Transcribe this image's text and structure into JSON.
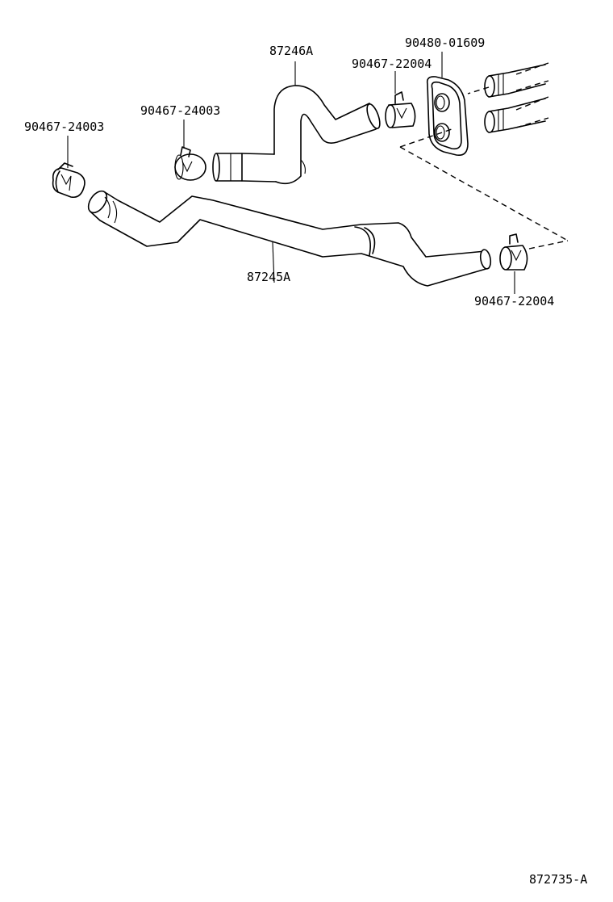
{
  "labels": {
    "hose_upper": "87246A",
    "hose_lower": "87245A",
    "clamp_left": "90467-24003",
    "clamp_mid": "90467-24003",
    "clamp_upper_right": "90467-22004",
    "grommet": "90480-01609",
    "clamp_lower_right": "90467-22004"
  },
  "footer": {
    "code": "872735-A"
  }
}
